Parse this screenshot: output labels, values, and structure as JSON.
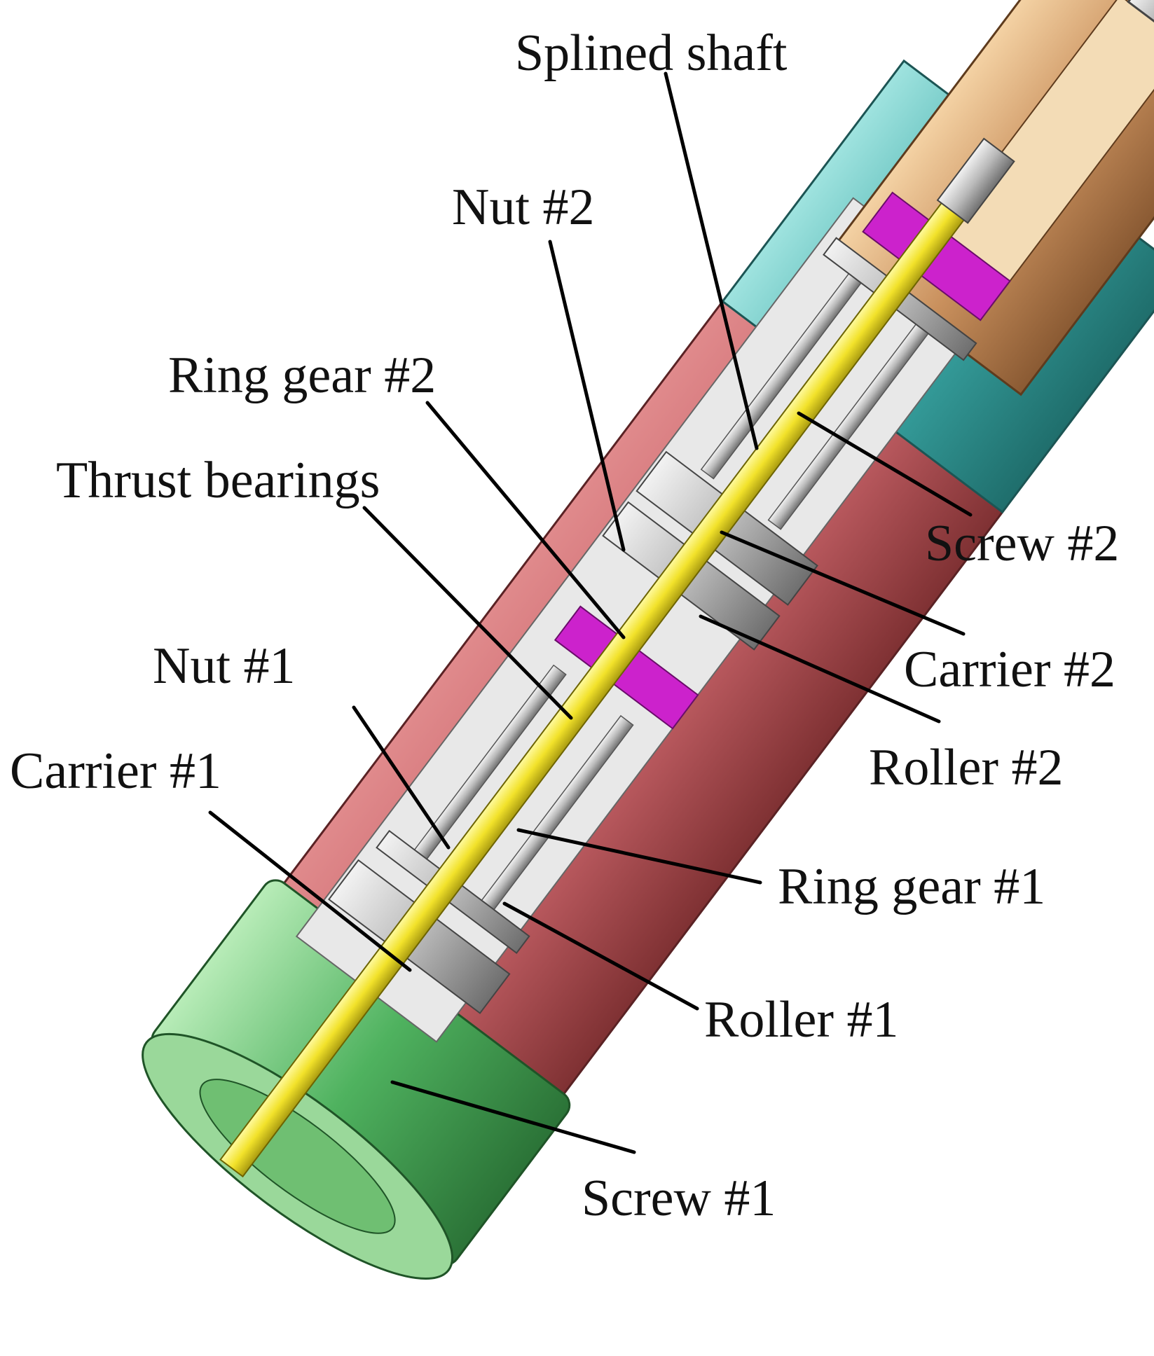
{
  "labels": {
    "splined_shaft": "Splined shaft",
    "nut_2": "Nut #2",
    "ring_gear_2": "Ring gear #2",
    "thrust_bearings": "Thrust bearings",
    "screw_2": "Screw #2",
    "carrier_2": "Carrier #2",
    "roller_2": "Roller #2",
    "nut_1": "Nut #1",
    "carrier_1": "Carrier #1",
    "ring_gear_1": "Ring gear #1",
    "roller_1": "Roller #1",
    "screw_1": "Screw #1"
  },
  "colors": {
    "outer_housing": "#d9777a",
    "housing_dark": "#8f3d3f",
    "cyan_housing": "#3aa7a5",
    "cyan_light": "#8fdcd8",
    "tan_part": "#c9905d",
    "tan_light": "#f0cfa0",
    "green_cap": "#4fb25f",
    "green_light": "#a6e2a6",
    "magenta_ring": "#cc22cc",
    "yellow_screw": "#f2e22a",
    "steel": "#c8c8c8",
    "leader_line": "#000000"
  }
}
